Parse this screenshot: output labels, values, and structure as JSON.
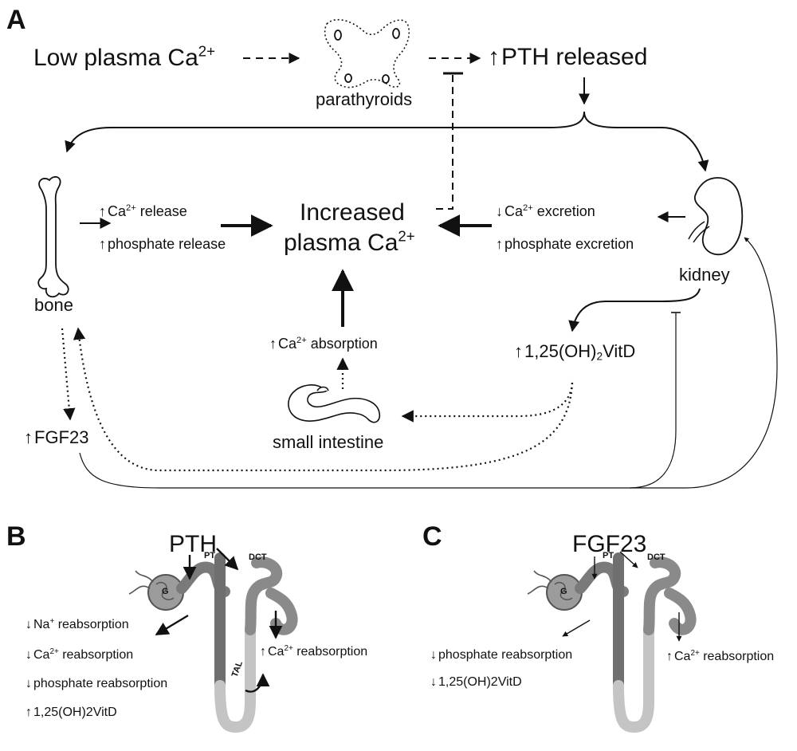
{
  "panels": {
    "a": "A",
    "b": "B",
    "c": "C"
  },
  "a": {
    "low_ca": "Low plasma Ca",
    "low_ca_sup": "2+",
    "parathyroids": "parathyroids",
    "pth_released": "PTH released",
    "up": "↑",
    "down": "↓",
    "bone": "bone",
    "kidney": "kidney",
    "bone_ca_release": "Ca",
    "bone_ca_release_sup": "2+",
    "bone_ca_release_rest": " release",
    "bone_phosphate_release": "phosphate release",
    "increased_line1": "Increased",
    "increased_line2": "plasma Ca",
    "increased_sup": "2+",
    "kidney_ca": "Ca",
    "kidney_ca_sup": "2+",
    "kidney_ca_rest": " excretion",
    "kidney_phosphate": "phosphate excretion",
    "ca_absorption": "Ca",
    "ca_absorption_sup": "2+",
    "ca_absorption_rest": " absorption",
    "vitd_main": "1,25(OH)",
    "vitd_sub": "2",
    "vitd_rest": "VitD",
    "small_intestine": "small intestine",
    "fgf23": "FGF23"
  },
  "b": {
    "pth": "PTH",
    "na": "Na",
    "na_sup": "+",
    "na_rest": " reabsorption",
    "ca": "Ca",
    "ca_sup": "2+",
    "ca_rest": " reabsorption",
    "phosphate": "phosphate reabsorption",
    "vitd_main": "1,25(OH)",
    "vitd_sub": "2",
    "vitd_rest": "VitD",
    "dct_ca": "Ca",
    "dct_ca_sup": "2+",
    "dct_ca_rest": " reabsorption"
  },
  "c": {
    "fgf23": "FGF23",
    "phosphate": "phosphate reabsorption",
    "vitd_main": "1,25(OH)",
    "vitd_sub": "2",
    "vitd_rest": "VitD",
    "dct_ca": "Ca",
    "dct_ca_sup": "2+",
    "dct_ca_rest": " reabsorption"
  },
  "nephron": {
    "g": "G",
    "pt": "PT",
    "dct": "DCT",
    "tal": "TAL"
  },
  "colors": {
    "line": "#111111",
    "dark": "#6f6f6f",
    "mid": "#8a8a8a",
    "light": "#c4c4c4"
  }
}
